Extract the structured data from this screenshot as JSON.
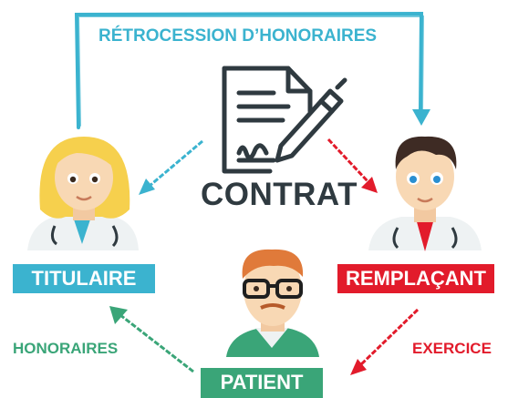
{
  "labels": {
    "retrocession": "RÉTROCESSION D’HONORAIRES",
    "contract": "CONTRAT",
    "honoraires": "HONORAIRES",
    "exercice": "EXERCICE"
  },
  "roles": {
    "titulaire": "TITULAIRE",
    "remplacant": "REMPLAÇANT",
    "patient": "PATIENT"
  },
  "colors": {
    "teal": "#3bb3cf",
    "red": "#e21b2b",
    "green": "#3aa578",
    "dark": "#2f3a40"
  },
  "icons": [
    "contract-pen-icon",
    "female-doctor-avatar",
    "male-doctor-avatar",
    "patient-avatar"
  ]
}
